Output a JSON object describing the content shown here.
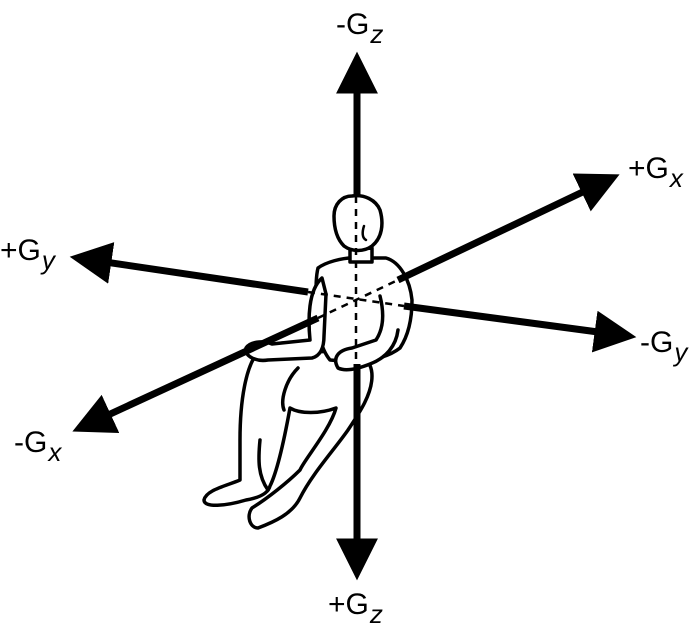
{
  "diagram": {
    "labels": {
      "neg_gz": {
        "sign": "-",
        "letter": "G",
        "axis": "z"
      },
      "pos_gz": {
        "sign": "+",
        "letter": "G",
        "axis": "z"
      },
      "pos_gx": {
        "sign": "+",
        "letter": "G",
        "axis": "x"
      },
      "neg_gx": {
        "sign": "-",
        "letter": "G",
        "axis": "x"
      },
      "pos_gy": {
        "sign": "+",
        "letter": "G",
        "axis": "y"
      },
      "neg_gy": {
        "sign": "-",
        "letter": "G",
        "axis": "y"
      }
    },
    "colors": {
      "ink": "#000000",
      "background": "#ffffff"
    }
  }
}
